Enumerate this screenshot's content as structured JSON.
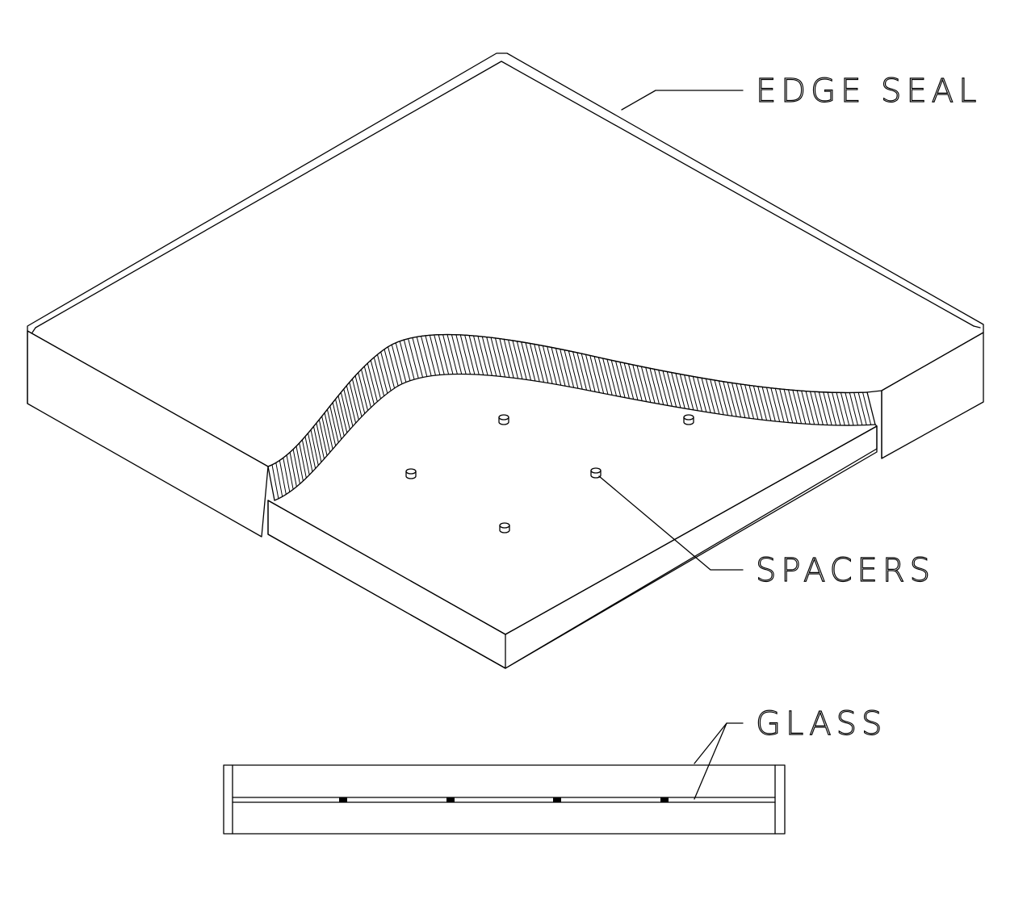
{
  "labels": {
    "edge_seal": "EDGE SEAL",
    "spacers": "SPACERS",
    "glass": "GLASS"
  },
  "spacer_count_iso": 5,
  "spacer_count_section": 4,
  "colors": {
    "line": "#000000",
    "background": "#ffffff"
  }
}
